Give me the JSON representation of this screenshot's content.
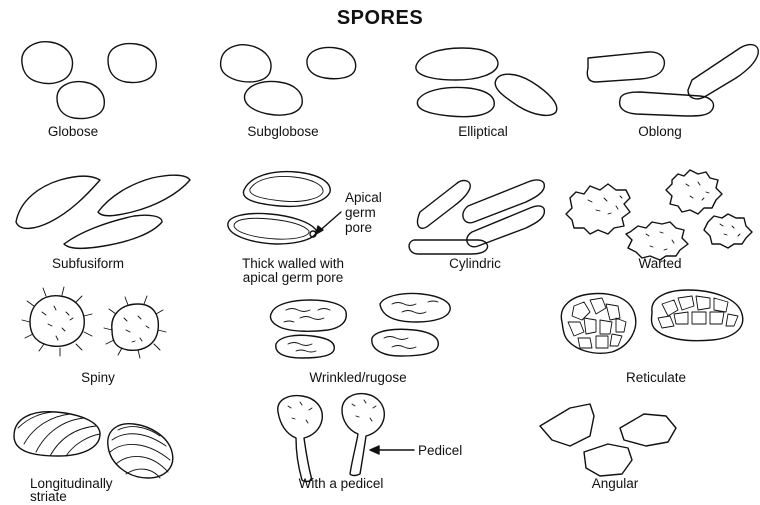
{
  "title": "SPORES",
  "types": {
    "globose": "Globose",
    "subglobose": "Subglobose",
    "elliptical": "Elliptical",
    "oblong": "Oblong",
    "subfusiform": "Subfusiform",
    "thick_walled": [
      "Thick walled with",
      "apical germ pore"
    ],
    "cylindric": "Cylindric",
    "warted": "Warted",
    "spiny": "Spiny",
    "wrinkled": "Wrinkled/rugose",
    "reticulate": "Reticulate",
    "striate": [
      "Longitudinally",
      "striate"
    ],
    "pedicel": "With a pedicel",
    "angular": "Angular"
  },
  "annotations": {
    "apical_germ_pore": [
      "Apical",
      "germ",
      "pore"
    ],
    "pedicel": "Pedicel"
  }
}
